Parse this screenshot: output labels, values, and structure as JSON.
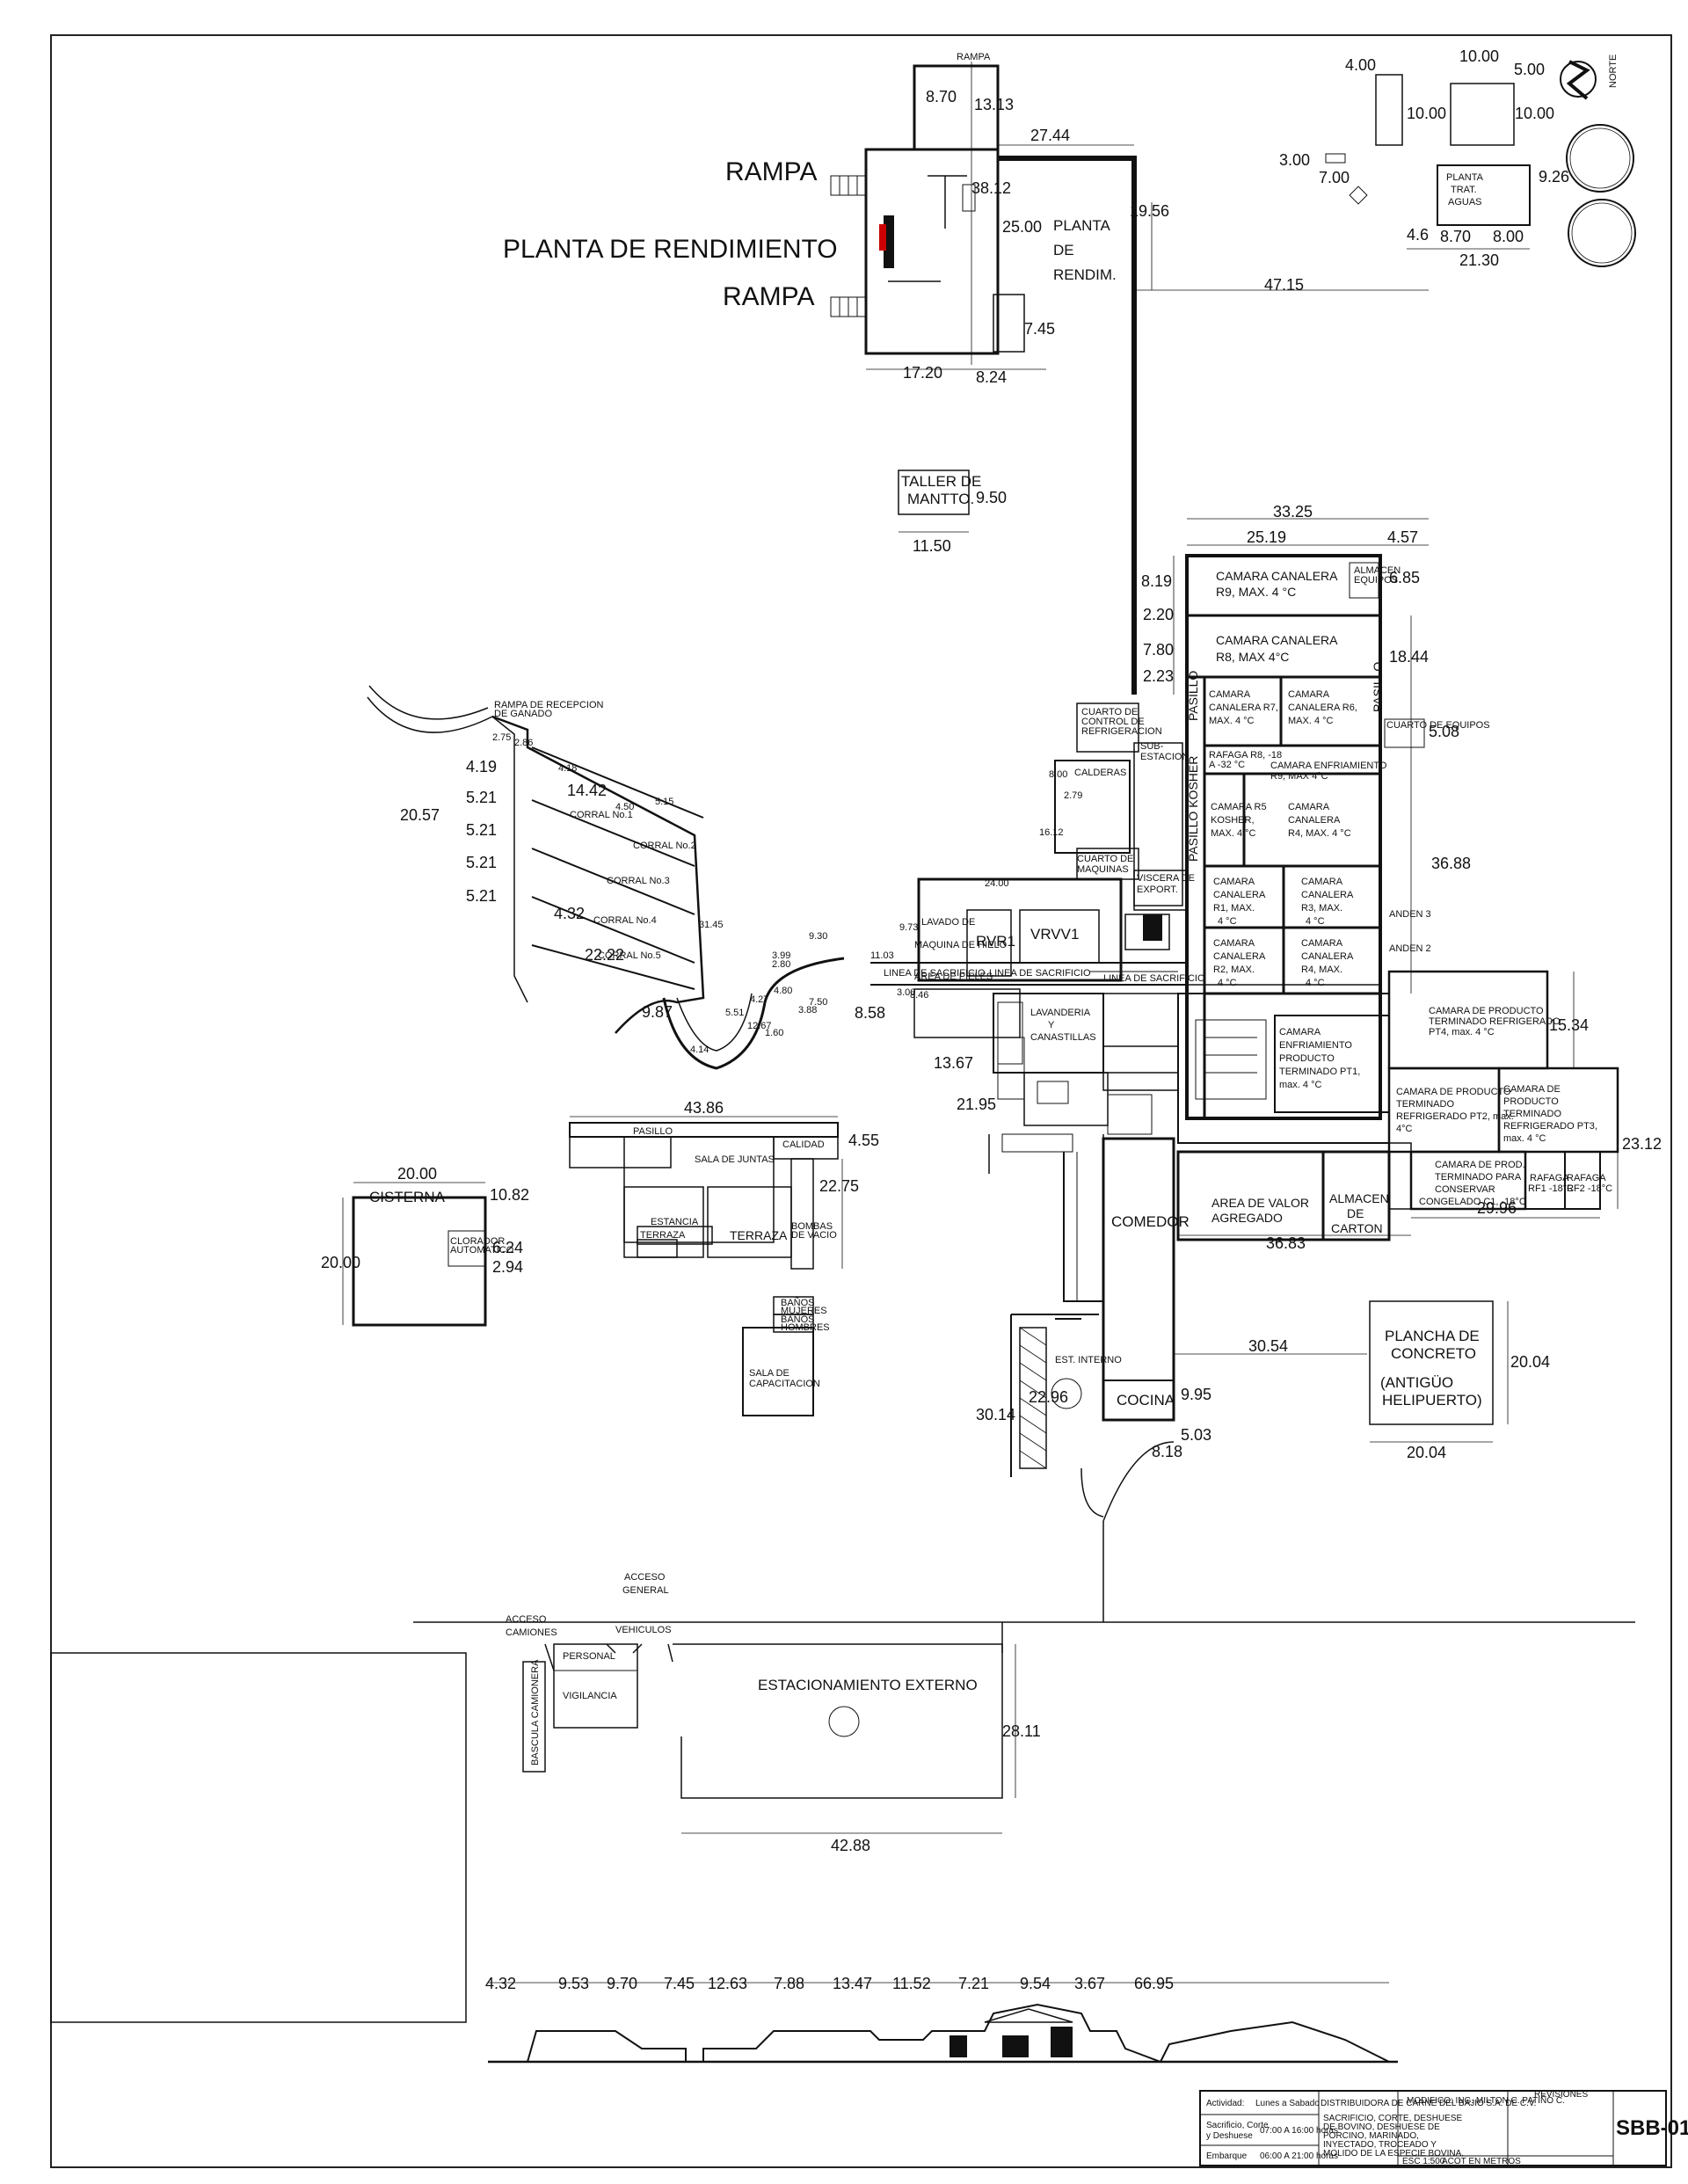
{
  "north": "NORTE",
  "rendimiento": {
    "title": "PLANTA DE RENDIMIENTO",
    "ramp_top": "RAMPA",
    "ramp_bottom": "RAMPA",
    "ramp_small": "RAMPA",
    "label_1": "PLANTA",
    "label_2": "DE",
    "label_3": "RENDIM.",
    "dims": {
      "d870": "8.70",
      "d1313": "13.13",
      "d2744": "27.44",
      "d3812": "38.12",
      "d2500": "25.00",
      "d1956": "19.56",
      "d745": "7.45",
      "d1720": "17.20",
      "d824": "8.24",
      "d4715": "47.15"
    }
  },
  "aguas": {
    "label_1": "PLANTA",
    "label_2": "TRAT.",
    "label_3": "AGUAS",
    "dims": {
      "d400": "4.00",
      "d1000a": "10.00",
      "d500": "5.00",
      "d1000b": "10.00",
      "d1000c": "10.00",
      "d300": "3.00",
      "d700": "7.00",
      "d926": "9.26",
      "d46": "4.6",
      "d870": "8.70",
      "d800": "8.00",
      "d2130": "21.30"
    }
  },
  "taller": {
    "label_1": "TALLER DE",
    "label_2": "MANTTO.",
    "d950": "9.50",
    "d1150": "11.50"
  },
  "camaras": {
    "r9_1": "CAMARA CANALERA",
    "r9_2": "R9, MAX. 4 °C",
    "almacen_1": "ALMACEN",
    "almacen_2": "EQUIPOS",
    "r8_1": "CAMARA CANALERA",
    "r8_2": "R8, MAX 4°C",
    "r7_1": "CAMARA",
    "r7_2": "CANALERA R7,",
    "r7_3": "MAX. 4 °C",
    "r6_1": "CAMARA",
    "r6_2": "CANALERA R6,",
    "r6_3": "MAX. 4 °C",
    "pasillo": "PASILLO",
    "pasillo_2": "PASILLO",
    "pasillo_kosher": "PASILLO KOSHER",
    "rafaga_1": "RAFAGA R8, -18",
    "rafaga_2": "A -32 °C",
    "enfr_1": "CAMARA ENFRIAMIENTO",
    "enfr_2": "R9, MAX 4°C",
    "r5_1": "CAMARA R5",
    "r5_2": "KOSHER,",
    "r5_3": "MAX. 4 °C",
    "r4a_1": "CAMARA",
    "r4a_2": "CANALERA",
    "r4a_3": "R4, MAX. 4 °C",
    "r1_1": "CAMARA",
    "r1_2": "CANALERA",
    "r1_3": "R1, MAX.",
    "r1_4": "4 °C",
    "r3_1": "CAMARA",
    "r3_2": "CANALERA",
    "r3_3": "R3, MAX.",
    "r3_4": "4 °C",
    "r2_1": "CAMARA",
    "r2_2": "CANALERA",
    "r2_3": "R2, MAX.",
    "r2_4": "4 °C",
    "r4b_1": "CAMARA",
    "r4b_2": "CANALERA",
    "r4b_3": "R4, MAX.",
    "r4b_4": "4 °C",
    "cuarto_equipos": "CUARTO DE EQUIPOS",
    "anden3": "ANDEN 3",
    "anden2": "ANDEN 2",
    "dims": {
      "d3325": "33.25",
      "d2519": "25.19",
      "d457": "4.57",
      "d819": "8.19",
      "d685": "6.85",
      "d220": "2.20",
      "d780": "7.80",
      "d1844": "18.44",
      "d223": "2.23",
      "d508": "5.08",
      "d3688": "36.88"
    }
  },
  "proceso": {
    "cuarto_ctrl_1": "CUARTO DE",
    "cuarto_ctrl_2": "CONTROL DE",
    "cuarto_ctrl_3": "REFRIGERACION",
    "sub_1": "SUB-",
    "sub_2": "ESTACION",
    "calderas": "CALDERAS",
    "maq_1": "CUARTO DE",
    "maq_2": "MAQUINAS",
    "viscera_1": "VISCERA DE",
    "viscera_2": "EXPORT.",
    "rvr1": "RVR1",
    "vrvv1": "VRVV1",
    "lavado": "LAVADO DE",
    "maquina_hielo": "MAQUINA DE HIELO",
    "linea1": "LINEA DE SACRIFICIO",
    "linea2": "LINEA DE SACRIFICIO",
    "linea3": "LINEA DE SACRIFICIO",
    "area_pieles": "AREA DE PIELES",
    "lav_1": "LAVANDERIA",
    "lav_2": "Y",
    "lav_3": "CANASTILLAS",
    "dims": {
      "d800": "8.00",
      "d279": "2.79",
      "d1612": "16.12",
      "d2400": "24.00",
      "d973": "9.73",
      "d930": "9.30",
      "d1103": "11.03",
      "d846": "8.46",
      "d858": "8.58",
      "d300": "3.00",
      "d1367": "13.67",
      "d2195": "21.95"
    }
  },
  "terminado": {
    "pt1_1": "CAMARA",
    "pt1_2": "ENFRIAMIENTO",
    "pt1_3": "PRODUCTO",
    "pt1_4": "TERMINADO PT1,",
    "pt1_5": "max. 4 °C",
    "pt4_1": "CAMARA DE PRODUCTO",
    "pt4_2": "TERMINADO REFRIGERADO",
    "pt4_3": "PT4, max. 4 °C",
    "pt2_1": "CAMARA DE PRODUCTO",
    "pt2_2": "TERMINADO",
    "pt2_3": "REFRIGERADO PT2, max.",
    "pt2_4": "4°C",
    "pt3_1": "CAMARA DE",
    "pt3_2": "PRODUCTO",
    "pt3_3": "TERMINADO",
    "pt3_4": "REFRIGERADO PT3,",
    "pt3_5": "max. 4 °C",
    "c1_1": "CAMARA DE PROD.",
    "c1_2": "TERMINADO PARA",
    "c1_3": "CONSERVAR",
    "c1_4": "CONGELADO C1, -18°C",
    "rafaga_1": "RAFAGA",
    "rafaga_2": "RF1 -18°C",
    "rafaga_3": "RAFAGA",
    "rafaga_4": "RF2 -18°C",
    "valor_1": "AREA DE VALOR",
    "valor_2": "AGREGADO",
    "carton_1": "ALMACEN",
    "carton_2": "DE",
    "carton_3": "CARTON",
    "dims": {
      "d1534": "15.34",
      "d2312": "23.12",
      "d2996": "29.96",
      "d3683": "36.83"
    }
  },
  "corrales": {
    "label_1": "RAMPA DE RECEPCION",
    "label_2": "DE GANADO",
    "corral_1": "CORRAL No.1",
    "corral_2": "CORRAL No.2",
    "corral_3": "CORRAL No.3",
    "corral_4": "CORRAL No.4",
    "corral_5": "CORRAL No.5",
    "dims": {
      "d275": "2.75",
      "d286": "2.86",
      "d419": "4.19",
      "d418": "4.18",
      "d1442": "14.42",
      "d521a": "5.21",
      "d2057": "20.57",
      "d521b": "5.21",
      "d521c": "5.21",
      "d521d": "5.21",
      "d450": "4.50",
      "d515": "5.15",
      "d432": "4.32",
      "d3145": "31.45",
      "d2222": "22.22",
      "d987": "9.87",
      "d414": "4.14",
      "d551": "5.51",
      "d1267": "12.67",
      "d160": "1.60",
      "d427": "4.27",
      "d480": "4.80",
      "d750": "7.50",
      "d388": "3.88",
      "d399": "3.99",
      "d280": "2.80"
    }
  },
  "oficinas": {
    "pasillo": "PASILLO",
    "sala_juntas": "SALA DE JUNTAS",
    "calidad": "CALIDAD",
    "terraza": "TERRAZA",
    "terraza_2": "TERRAZA",
    "estancia": "ESTANCIA",
    "bombas_1": "BOMBAS",
    "bombas_2": "DE VACIO",
    "banos_m_1": "BAÑOS",
    "banos_m_2": "MUJERES",
    "banos_h_1": "BAÑOS",
    "banos_h_2": "HOMBRES",
    "sala_cap_1": "SALA DE",
    "sala_cap_2": "CAPACITACION",
    "dims": {
      "d4386": "43.86",
      "d455": "4.55",
      "d2275": "22.75"
    }
  },
  "cisterna": {
    "label": "CISTERNA",
    "clorador_1": "CLORADOR",
    "clorador_2": "AUTOMATICO",
    "dims": {
      "d2000a": "20.00",
      "d2000b": "20.00",
      "d1082": "10.82",
      "d624": "6.24",
      "d294": "2.94"
    }
  },
  "servicios": {
    "comedor": "COMEDOR",
    "cocina": "COCINA",
    "est_interno": "EST. INTERNO",
    "dims": {
      "d2296": "22.96",
      "d3014": "30.14",
      "d995": "9.95",
      "d503": "5.03",
      "d818": "8.18",
      "d3054": "30.54"
    }
  },
  "helipuerto": {
    "label_1": "PLANCHA DE",
    "label_2": "CONCRETO",
    "label_3": "(ANTIGÜO",
    "label_4": "HELIPUERTO)",
    "dims": {
      "d2004a": "20.04",
      "d2004b": "20.04"
    }
  },
  "acceso": {
    "general_1": "ACCESO",
    "general_2": "GENERAL",
    "camiones_1": "ACCESO",
    "camiones_2": "CAMIONES",
    "vehiculos": "VEHICULOS",
    "personal": "PERSONAL",
    "vigilancia": "VIGILANCIA",
    "bascula": "BASCULA CAMIONERA",
    "estacionamiento": "ESTACIONAMIENTO EXTERNO",
    "dims": {
      "d2811": "28.11",
      "d4288": "42.88"
    }
  },
  "elevacion": {
    "dims": [
      "4.32",
      "9.53",
      "9.70",
      "7.45",
      "12.63",
      "7.88",
      "13.47",
      "11.52",
      "7.21",
      "9.54",
      "3.67",
      "66.95"
    ]
  },
  "titleblock": {
    "actividad_label": "Actividad:",
    "actividad_value": "Lunes a Sabado",
    "sacrificio_1": "Sacrificio, Corte",
    "sacrificio_2": "y Deshuese",
    "sacrificio_hrs": "07:00 A 16:00 horas",
    "embarque": "Embarque",
    "embarque_hrs": "06:00 A 21:00 horas",
    "company": "DISTRIBUIDORA DE CARNE DEL BAJIO S.A. DE C.V.",
    "desc_1": "SACRIFICIO, CORTE, DESHUESE",
    "desc_2": "DE BOVINO, DESHUESE DE",
    "desc_3": "PORCINO, MARINADO,",
    "desc_4": "INYECTADO, TROCEADO Y",
    "desc_5": "MOLIDO DE LA ESPECIE BOVINA.",
    "modifico": "MODIFICO: ING. MILTON C. PATIÑO C.",
    "revisiones": "REVISIONES",
    "escala": "ESC 1:500",
    "acot": "ACOT EN METROS",
    "sheet": "SBB-01"
  }
}
